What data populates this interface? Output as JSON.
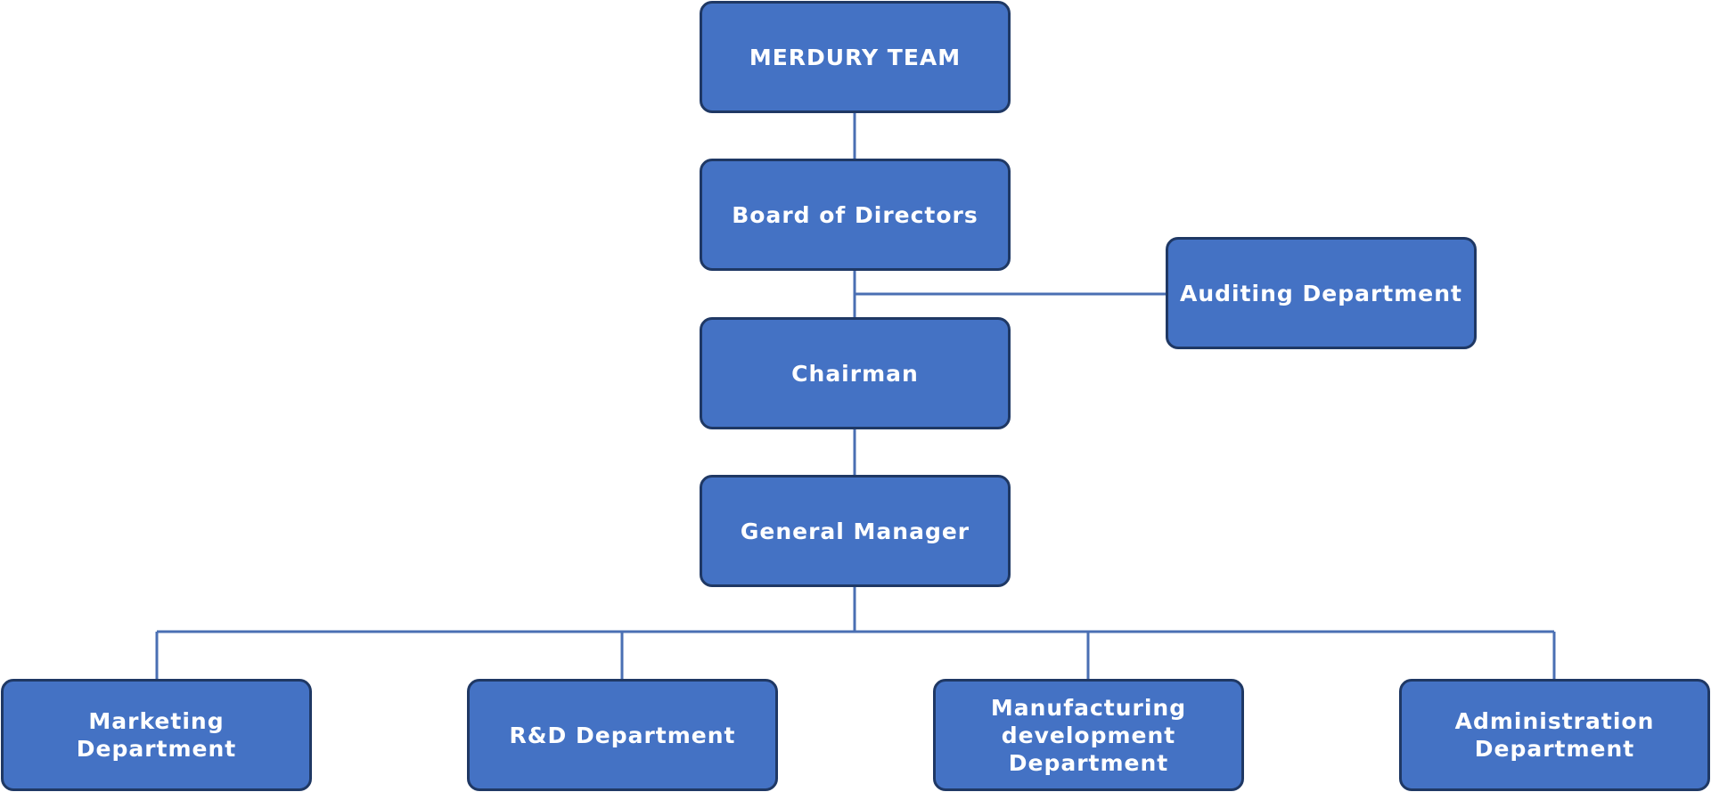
{
  "colors": {
    "box_fill": "#4472c4",
    "box_border": "#1f3864",
    "connector": "#4a6fb3",
    "text": "#ffffff"
  },
  "org_chart": {
    "team": "MERDURY TEAM",
    "board": "Board of Directors",
    "auditing": "Auditing Department",
    "chairman": "Chairman",
    "general_manager": "General Manager",
    "departments": [
      "Marketing Department",
      "R&D Department",
      "Manufacturing development Department",
      "Administration Department"
    ]
  }
}
